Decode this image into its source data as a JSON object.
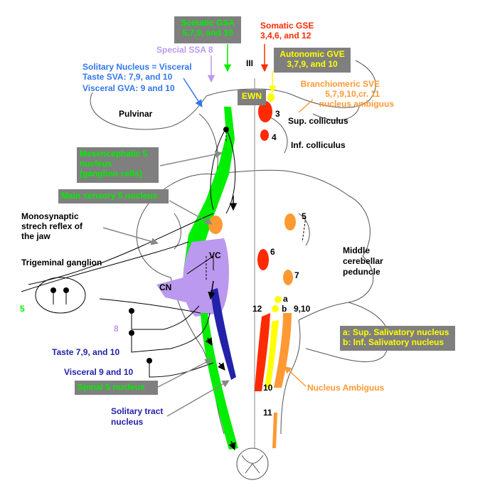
{
  "colors": {
    "green": "#00ee00",
    "red": "#ff2a00",
    "yellow": "#ffff00",
    "orange": "#ff9933",
    "lavender": "#bb99ee",
    "blue": "#3377ee",
    "navy": "#2222aa",
    "box_gray": "#7f7f7f"
  },
  "labels": {
    "somatic_gsa": "Somatic GSA",
    "somatic_gsa_nums": "5,7,9, and 10",
    "somatic_gse": "Somatic GSE",
    "somatic_gse_nums": "3,4,6, and 12",
    "special_ssa": "Special SSA 8",
    "autonomic_gve": "Autonomic GVE",
    "autonomic_gve_nums": "3,7,9, and 10",
    "solitary_line1": "Solitary Nucleus = Visceral",
    "solitary_line2": "Taste SVA: 7,9, and 10",
    "solitary_line3": "Visceral GVA: 9 and 10",
    "branchiomeric_line1": "Branchiomeric SVE",
    "branchiomeric_line2": "5,7,9,10,cr.  11",
    "branchiomeric_line3": "nucleus ambiguus",
    "cn_III": "III",
    "ewn": "EWN",
    "pulvinar": "Pulvinar",
    "num3": "3",
    "sup_colliculus": "Sup. colliculus",
    "num4": "4",
    "inf_colliculus": "Inf. colliculus",
    "mesencephalic_line1": "Mesencephalic 5",
    "mesencephalic_line2": "nucleus",
    "mesencephalic_line3": "(ganglion cells)",
    "main_sensory": "Main sensory 5 nucleus",
    "num5_pons": "5",
    "monosynaptic_line1": "Monosynaptic",
    "monosynaptic_line2": "strech reflex of",
    "monosynaptic_line3": "the jaw",
    "middle_cp_line1": "Middle",
    "middle_cp_line2": "cerebellar",
    "middle_cp_line3": "peduncle",
    "trigeminal_ganglion": "Trigeminal ganglion",
    "vc": "VC",
    "num6": "6",
    "num7": "7",
    "cn": "CN",
    "num5_left": "5",
    "a": "a",
    "b": "b",
    "num12": "12",
    "num910": "9,10",
    "sal_line1": "a: Sup. Salivatory nucleus",
    "sal_line2": "b: Inf. Salivatory nucleus",
    "num8": "8",
    "taste": "Taste 7,9, and 10",
    "visceral": "Visceral 9 and 10",
    "spinal": "Spinal  5 nucleus",
    "num10": "10",
    "nucleus_ambiguus": "Nucleus Ambiguus",
    "solitary_tract_line1": "Solitary tract",
    "solitary_tract_line2": "nucleus",
    "num11": "11"
  }
}
